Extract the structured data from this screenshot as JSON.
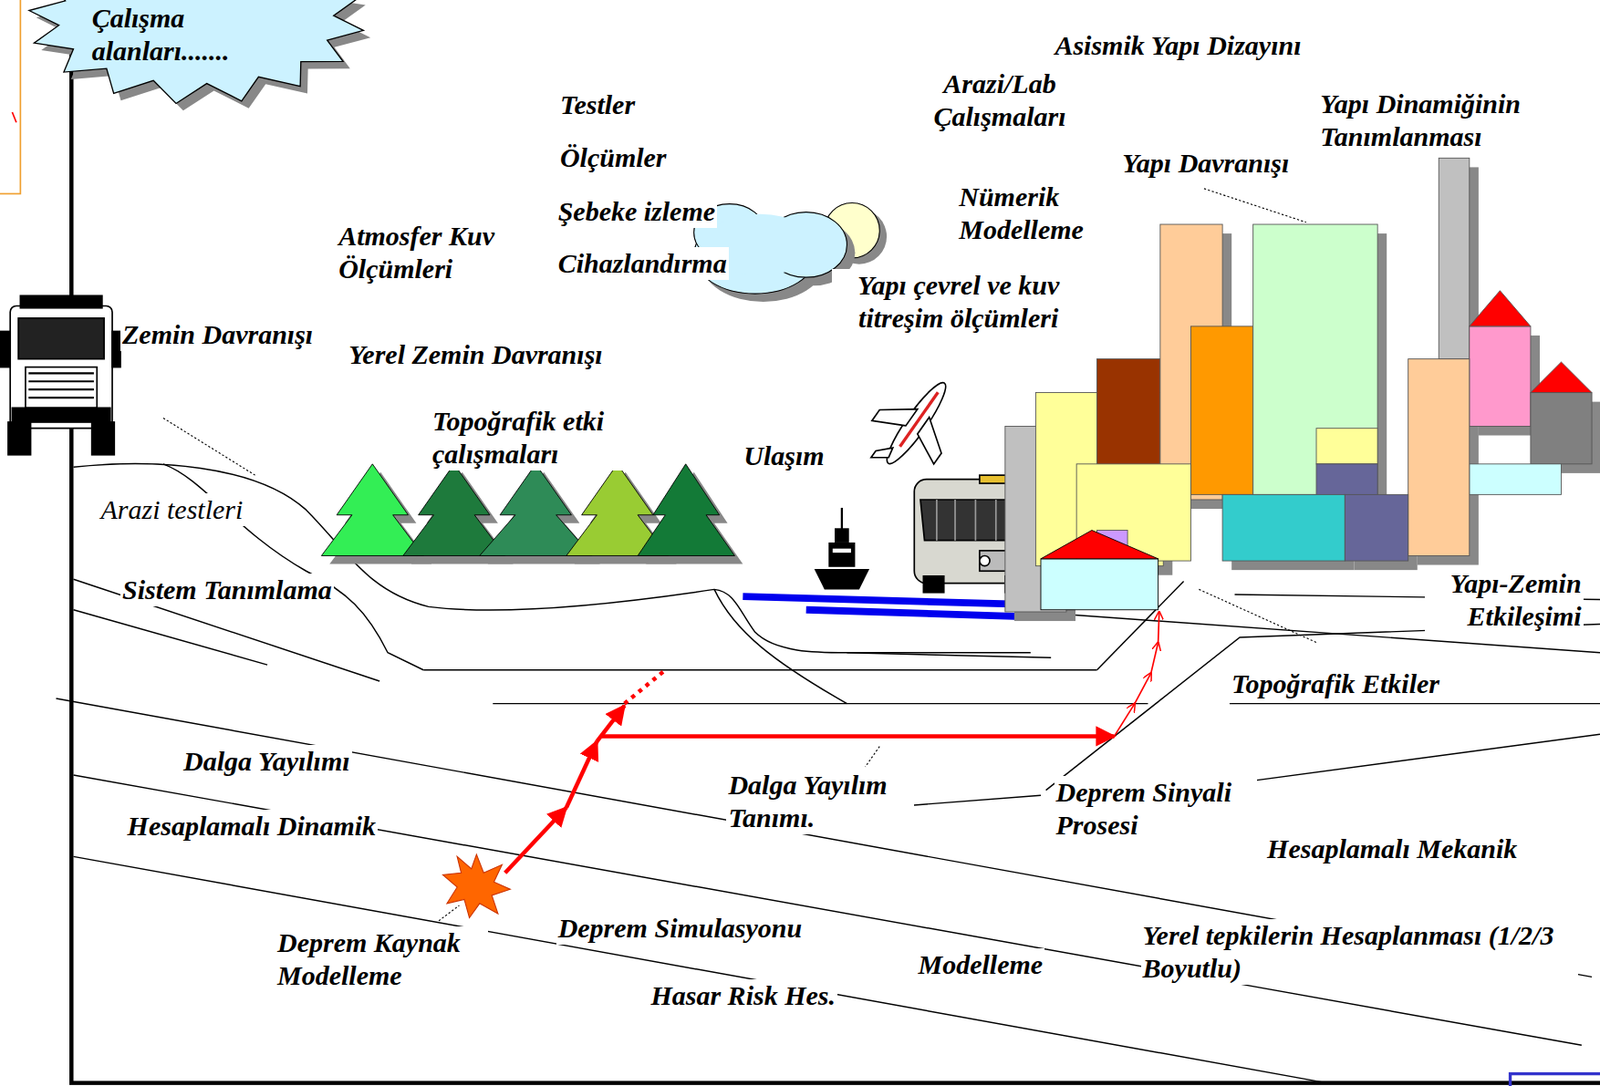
{
  "diagram": {
    "nodes": [
      {
        "text": [
          "Çalışma alanları......."
        ]
      }
    ],
    "labels": [
      "Asismik Yapı Dizayını",
      "Arazi/Lab Çalışmaları",
      "Testler",
      "Yapı Dinamiğinin Tanımlanması",
      "Ölçümler",
      "Yapı Davranışı",
      "Şebeke izleme",
      "Nümerik Modelleme",
      "Atmosfer Kuv Ölçümleri",
      "Cihazlandırma",
      "Yapı çevrel ve kuv titreşim ölçümleri",
      "Zemin Davranışı",
      "Yerel Zemin Davranışı",
      "Topoğrafik etki çalışmaları",
      "Ulaşım",
      "Arazi testleri",
      "Sistem Tanımlama",
      "Yapı-Zemin Etkileşimi",
      "Topoğrafik Etkiler",
      "Dalga Yayılımı",
      "Dalga Yayılım Tanımı.",
      "Deprem Sinyali Prosesi",
      "Hesaplamalı Dinamik",
      "Hesaplamalı Mekanik",
      "Deprem Kaynak Modelleme",
      "Deprem Simulasyonu",
      "Yerel tepkilerin Hesaplanması (1/2/3 Boyutlu)",
      "Modelleme",
      "Hasar Risk Hes."
    ]
  }
}
